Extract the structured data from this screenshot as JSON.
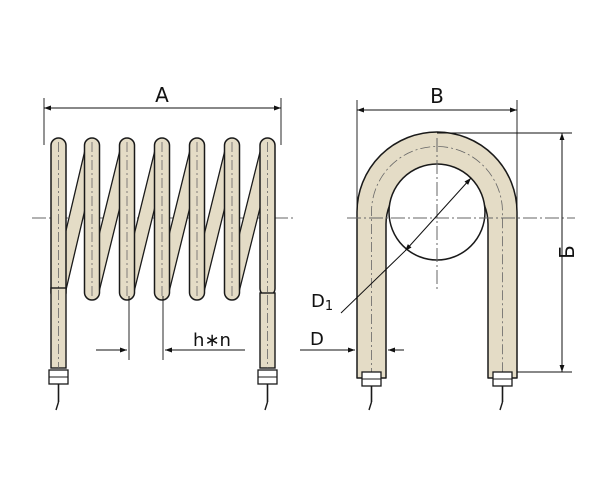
{
  "labels": {
    "A": "A",
    "B": "B",
    "height": "Б",
    "D1": "D",
    "D1_sub": "1",
    "D": "D",
    "pitch": "h∗n"
  },
  "colors": {
    "tube_fill": "#e4dcc6",
    "tube_stroke": "#1a1a1a",
    "centerline": "#666666",
    "dimension": "#111111",
    "background": "#ffffff"
  }
}
